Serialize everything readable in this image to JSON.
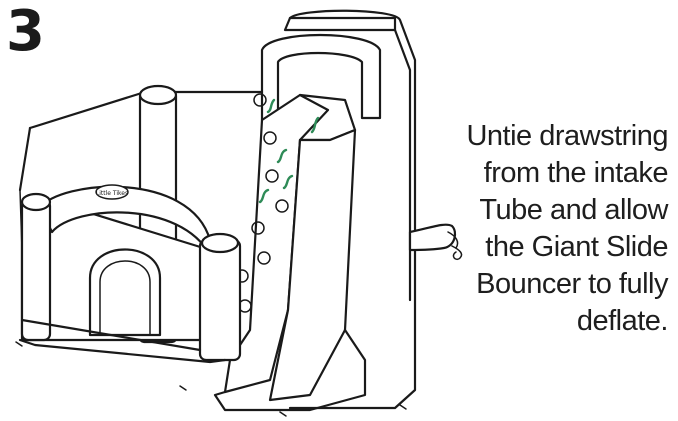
{
  "step": {
    "number": "3"
  },
  "instruction": {
    "lines": [
      "Untie drawstring",
      "from the intake",
      "Tube and allow",
      "the Giant Slide",
      "Bouncer to fully",
      "deflate."
    ]
  },
  "illustration": {
    "logo_text": "Little Tikes",
    "accent_color": "#2e8b57"
  }
}
